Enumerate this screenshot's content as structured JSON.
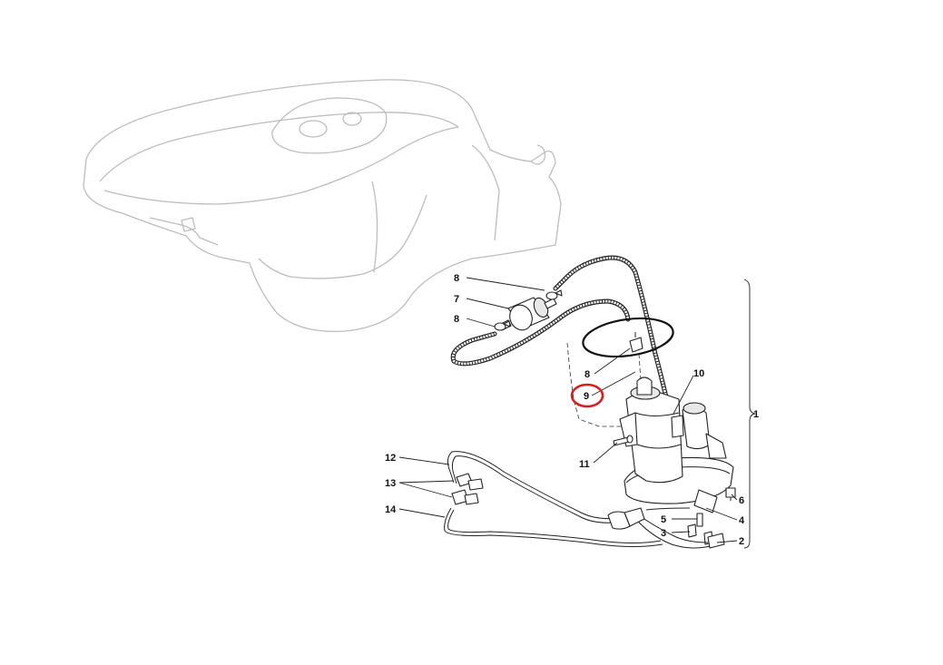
{
  "diagram": {
    "callouts": {
      "c1": "1",
      "c2": "2",
      "c3": "3",
      "c4": "4",
      "c5": "5",
      "c6": "6",
      "c7": "7",
      "c8a": "8",
      "c8b": "8",
      "c8c": "8",
      "c9": "9",
      "c10": "10",
      "c11": "11",
      "c12": "12",
      "c13": "13",
      "c14": "14"
    },
    "highlighted_callout": "9",
    "colors": {
      "highlight": "#d42020",
      "tank_outline": "#bdbdbd",
      "line_art": "#222222"
    }
  }
}
